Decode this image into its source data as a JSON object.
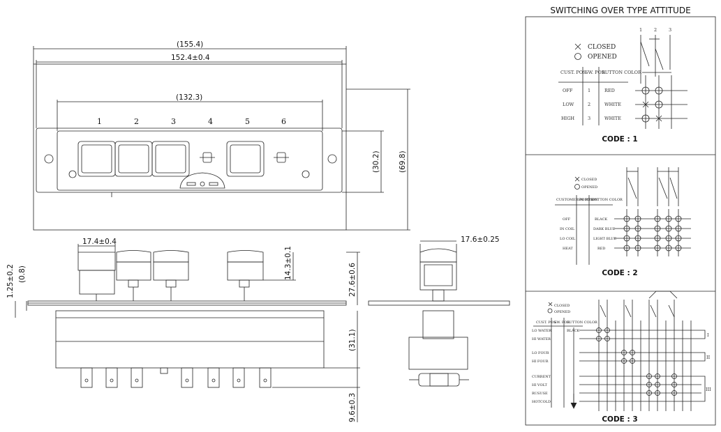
{
  "dimensions": {
    "overall_width": "(155.4)",
    "mount_width": "152.4±0.4",
    "inner_width": "(132.3)",
    "height_total": "(69.8)",
    "height_inner": "(30.2)",
    "button_width": "17.4±0.4",
    "side_width": "17.6±0.25",
    "button_travel": "14.3±0.1",
    "plate_thickness": "1.25±0.2",
    "gap": "(0.8)",
    "body_height": "27.6±0.6",
    "housing_height": "(31.1)",
    "terminal_length": "9.6±0.3"
  },
  "button_numbers": [
    "1",
    "2",
    "3",
    "4",
    "5",
    "6"
  ],
  "panel": {
    "title": "SWITCHING OVER TYPE ATTITUDE",
    "code1": {
      "legend_closed": "CLOSED",
      "legend_opened": "OPENED",
      "header_cust": "CUST. POS.",
      "header_sw": "SW. POS.",
      "header_color": "BUTTON COLOR",
      "rows": [
        {
          "cust": "OFF",
          "sw": "1",
          "color": "RED"
        },
        {
          "cust": "LOW",
          "sw": "2",
          "color": "WHITE"
        },
        {
          "cust": "HIGH",
          "sw": "3",
          "color": "WHITE"
        }
      ],
      "pins": [
        "1",
        "2",
        "3"
      ],
      "label": "CODE : 1"
    },
    "code2": {
      "legend_closed": "CLOSED",
      "legend_opened": "OPENED",
      "header_cust": "CUSTOMER POSITION",
      "header_sw": "SW POS.",
      "header_color": "BUTTON COLOR",
      "rows": [
        {
          "cust": "OFF",
          "color": "BLACK"
        },
        {
          "cust": "IN COIL",
          "color": "DARK BLUE"
        },
        {
          "cust": "LO COIL",
          "color": "LIGHT BLUE"
        },
        {
          "cust": "HEAT",
          "color": "RED"
        }
      ],
      "label": "CODE : 2"
    },
    "code3": {
      "legend_closed": "CLOSED",
      "legend_opened": "OPENED",
      "header_cust": "CUST. POS.",
      "header_sw": "SW. POS.",
      "header_color": "BUTTON COLOR",
      "top_color": "BLACK",
      "rows": [
        "LO WATER",
        "HI WATER",
        "LO FOUR",
        "HI FOUR",
        "CURRENT",
        "HI VOLT",
        "RUSUSE",
        "HOTCOLD"
      ],
      "groups": [
        "I",
        "II",
        "III"
      ],
      "label": "CODE : 3"
    }
  }
}
